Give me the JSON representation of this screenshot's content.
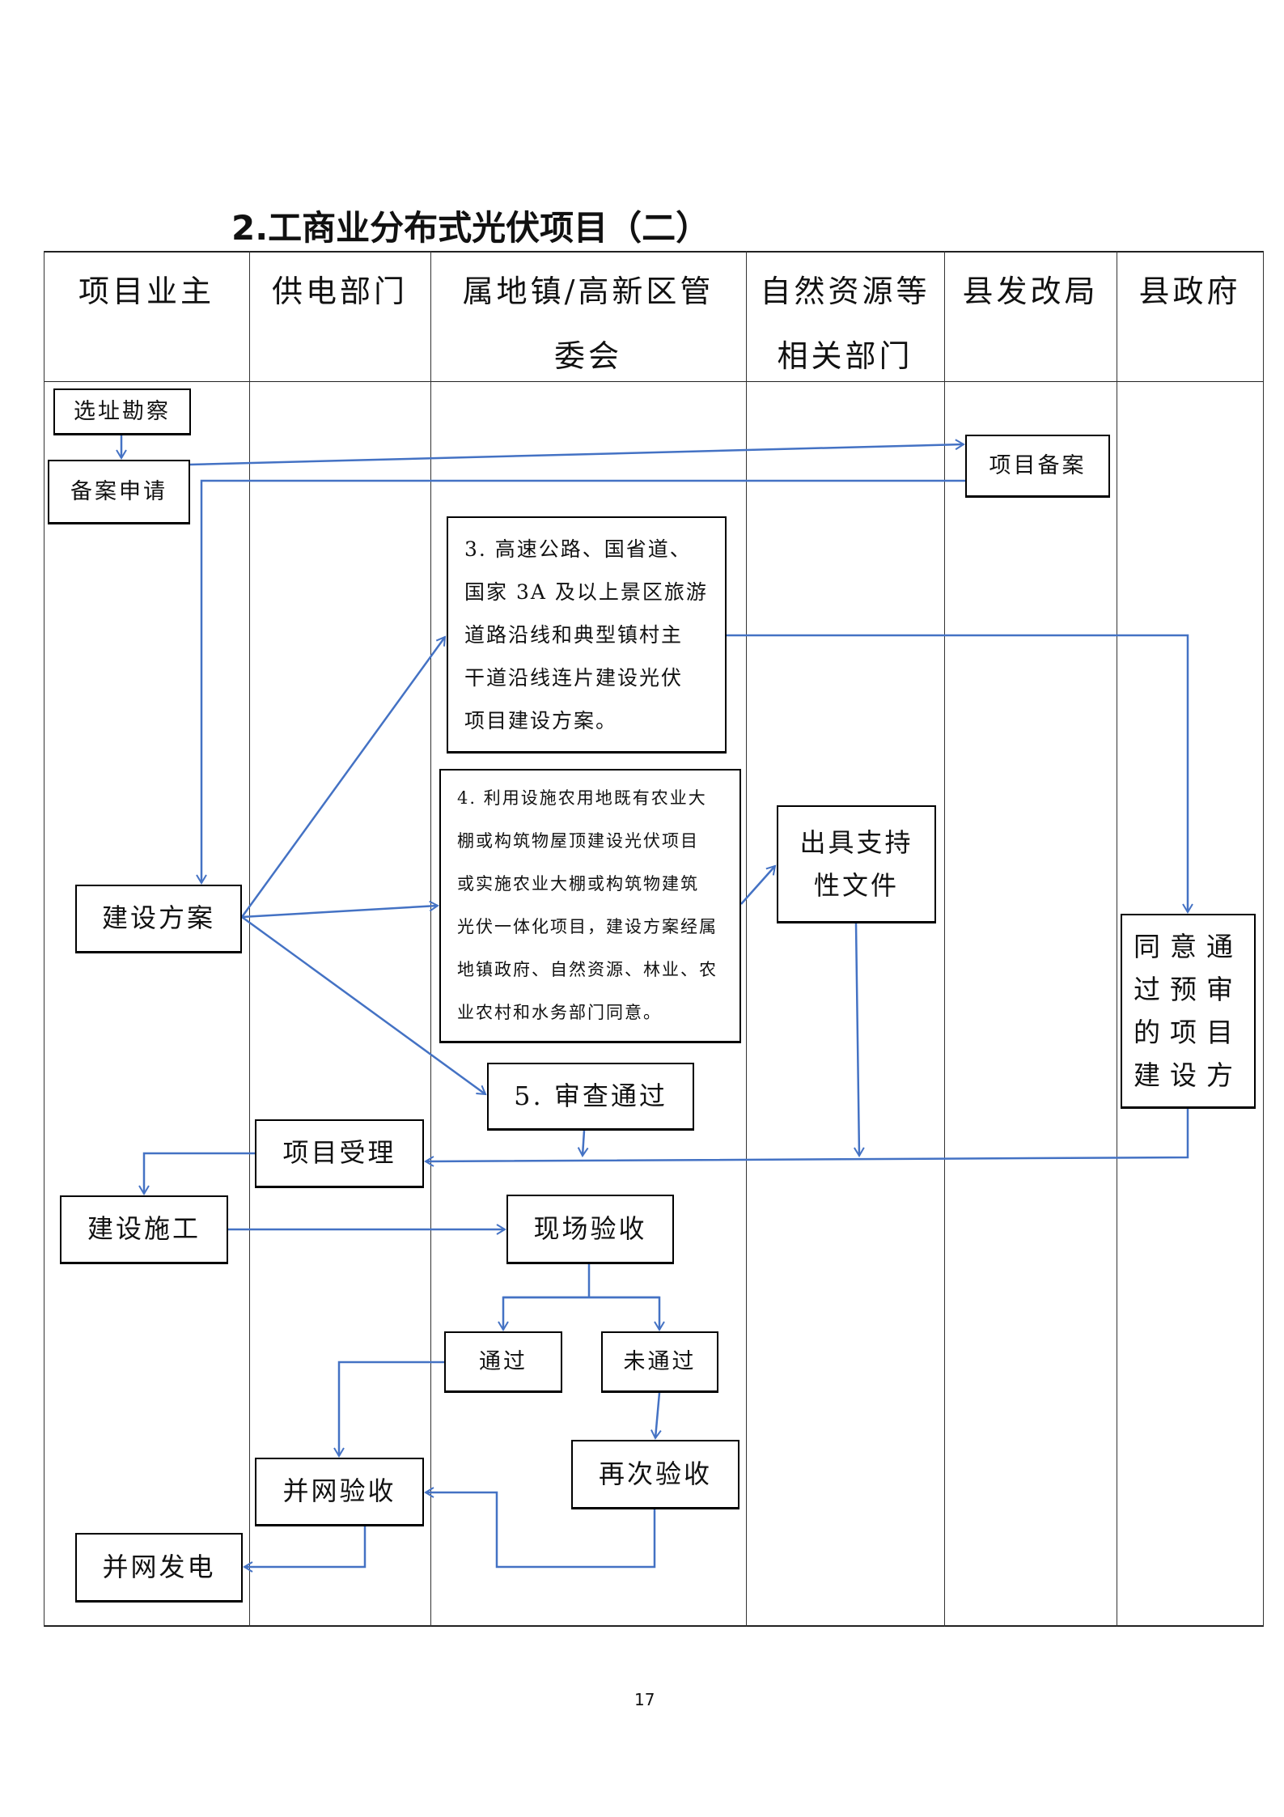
{
  "title": "2.工商业分布式光伏项目（二）",
  "headers": [
    {
      "lines": [
        "项目业主"
      ]
    },
    {
      "lines": [
        "供电部门"
      ]
    },
    {
      "lines": [
        "属地镇/高新区管",
        "委会"
      ]
    },
    {
      "lines": [
        "自然资源等",
        "相关部门"
      ]
    },
    {
      "lines": [
        "县发改局"
      ]
    },
    {
      "lines": [
        "县政府"
      ]
    }
  ],
  "boxes": {
    "site_survey": "选址勘察",
    "filing_application": "备案申请",
    "project_filing": "项目备案",
    "plan_item3": [
      "3. 高速公路、国省道、",
      "国家 3A 及以上景区旅游",
      "道路沿线和典型镇村主",
      "干道沿线连片建设光伏",
      "项目建设方案。"
    ],
    "plan_item4": [
      "4. 利用设施农用地既有农业大",
      "棚或构筑物屋顶建设光伏项目",
      "或实施农业大棚或构筑物建筑",
      "光伏一体化项目，建设方案经属",
      "地镇政府、自然资源、林业、农",
      "业农村和水务部门同意。"
    ],
    "support_documents": [
      "出具支持",
      "性文件"
    ],
    "construction_plan": "建设方案",
    "gov_approval": [
      "同意通",
      "过预审",
      "的项目",
      "建设方"
    ],
    "review_passed": "5. 审查通过",
    "project_acceptance": "项目受理",
    "construction": "建设施工",
    "onsite_inspection": "现场验收",
    "passed": "通过",
    "not_passed": "未通过",
    "reinspection": "再次验收",
    "grid_acceptance": "并网验收",
    "grid_generation": "并网发电"
  },
  "page_number": "17",
  "colors": {
    "arrow": "#4472C4",
    "border": "#000000"
  }
}
